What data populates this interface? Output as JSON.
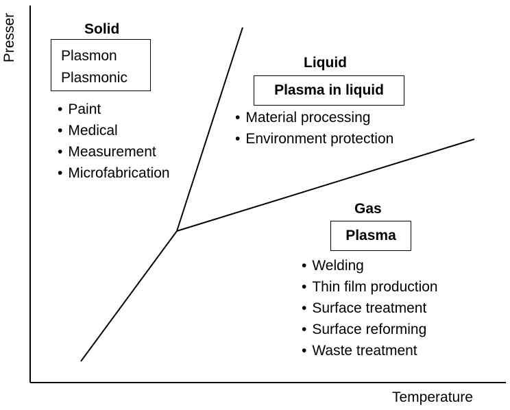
{
  "axes": {
    "y_label": "Presser",
    "x_label": "Temperature"
  },
  "solid": {
    "heading": "Solid",
    "box_lines": [
      "Plasmon",
      "Plasmonic"
    ],
    "items": [
      "Paint",
      "Medical",
      "Measurement",
      "Microfabrication"
    ]
  },
  "liquid": {
    "heading": "Liquid",
    "box_label": "Plasma in liquid",
    "items": [
      "Material processing",
      "Environment protection"
    ]
  },
  "gas": {
    "heading": "Gas",
    "box_label": "Plasma",
    "items": [
      "Welding",
      "Thin film production",
      "Surface treatment",
      "Surface reforming",
      "Waste treatment"
    ]
  }
}
